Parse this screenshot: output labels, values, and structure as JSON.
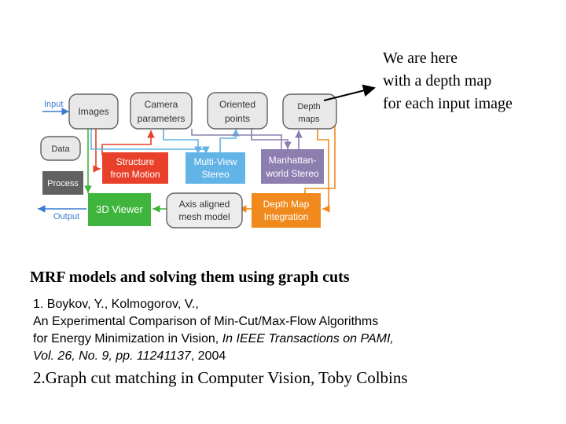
{
  "callout": {
    "line1": "We are here",
    "line2": "with a depth map",
    "line3": "for each input image"
  },
  "diagram": {
    "colors": {
      "data_fill": "#e8e8e8",
      "data_stroke": "#606060",
      "process": "#616161",
      "sfm": "#e8402a",
      "mvs": "#62b3e6",
      "manhattan": "#8d7eb0",
      "axis_fill": "#ececec",
      "depth_integration": "#f08a1e",
      "viewer": "#3fb53d",
      "arrow_input": "#3d7bd3"
    },
    "legend": {
      "input": "Input",
      "data": "Data",
      "process": "Process",
      "output": "Output"
    },
    "nodes": {
      "images": "Images",
      "camera_params": [
        "Camera",
        "parameters"
      ],
      "oriented_points": [
        "Oriented",
        "points"
      ],
      "depth_maps": [
        "Depth",
        "maps"
      ],
      "sfm": [
        "Structure",
        "from Motion"
      ],
      "mvs": [
        "Multi-View",
        "Stereo"
      ],
      "manhattan": [
        "Manhattan-",
        "world Stereo"
      ],
      "viewer": "3D Viewer",
      "axis_mesh": [
        "Axis aligned",
        "mesh model"
      ],
      "depth_integration": [
        "Depth Map",
        "Integration"
      ]
    }
  },
  "heading": "MRF models and solving them using graph cuts",
  "ref1": {
    "num": "1. ",
    "line1": "Boykov, Y., Kolmogorov, V.,",
    "line2": "An Experimental Comparison of Min-Cut/Max-Flow Algorithms",
    "line3_a": "for Energy Minimization in Vision, ",
    "line3_b": "In IEEE Transactions on PAMI,",
    "line4_a": "Vol. 26, No. 9, pp. 11241137",
    "line4_b": ", 2004"
  },
  "ref2": "2.Graph cut matching in Computer Vision, Toby Colbins"
}
